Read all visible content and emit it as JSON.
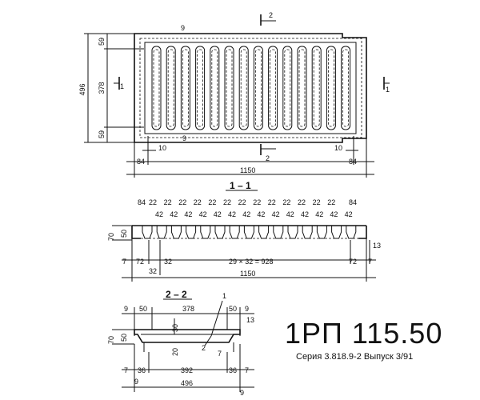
{
  "plan": {
    "width_label": "1150",
    "height_label": "496",
    "mid_label": "378",
    "edge_label": "59",
    "end_label": "84",
    "gap_label": "10",
    "rib_label": "9",
    "cut1_label": "1",
    "cut2_label": "2"
  },
  "section11": {
    "title": "1 – 1",
    "ends": "84",
    "rib_top": "22",
    "slot": "42",
    "height_total": "70",
    "height_rib": "50",
    "left_a": "7",
    "left_b": "72",
    "left_c": "32",
    "span_formula": "29 × 32 = 928",
    "total": "1150",
    "right_a": "72",
    "right_b": "7",
    "right_c": "13"
  },
  "section22": {
    "title": "2 – 2",
    "top_width": "378",
    "top_side": "50",
    "outer": "9",
    "h_total": "70",
    "h_rib": "50",
    "flange": "13",
    "rib_w": "30",
    "rib_h": "20",
    "bottom_width": "392",
    "inner_off": "36",
    "edge": "7",
    "total": "496",
    "callout1": "1",
    "callout2": "2"
  },
  "stamp": {
    "code": "1РП 115.50",
    "series": "Серия 3.818.9-2 Выпуск 3/91"
  }
}
